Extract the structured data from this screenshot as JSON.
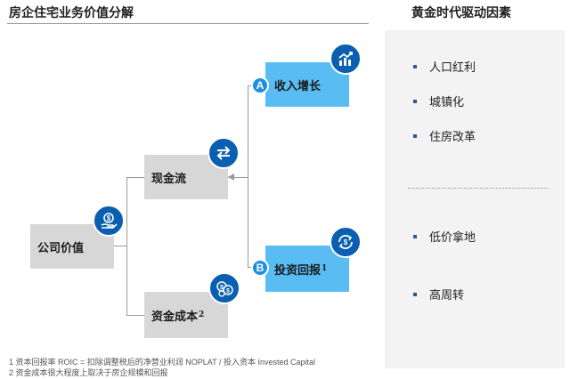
{
  "header": {
    "left_title": "房企住宅业务价值分解",
    "right_title": "黄金时代驱动因素"
  },
  "tree": {
    "root": "公司价值",
    "cashflow": "现金流",
    "capital_cost": "资金成本",
    "capital_cost_sup": "2",
    "income_growth": "收入增长",
    "income_badge": "A",
    "roic": "投资回报",
    "roic_sup": "1",
    "roic_badge": "B"
  },
  "factors": {
    "growth": [
      "人口红利",
      "城镇化",
      "住房改革"
    ],
    "return": [
      "低价拿地",
      "高周转"
    ]
  },
  "footnotes": [
    "1 资本回报率 ROIC = 扣除调整税后的净营业利润 NOPLAT / 投入资本 Invested Capital",
    "2 资金成本很大程度上取决于房企规模和回报"
  ],
  "icons": {
    "value": "money-hand-icon",
    "cashflow": "exchange-arrows-icon",
    "capital_cost": "coins-icon",
    "income_growth": "growth-chart-icon",
    "roic": "refresh-dollar-icon"
  },
  "colors": {
    "accent_blue": "#59bdf4",
    "icon_blue": "#0b5fb0",
    "badge_blue": "#1e8fe0",
    "box_gray": "#d7d7d7",
    "panel_gray": "#f3f3f3"
  }
}
